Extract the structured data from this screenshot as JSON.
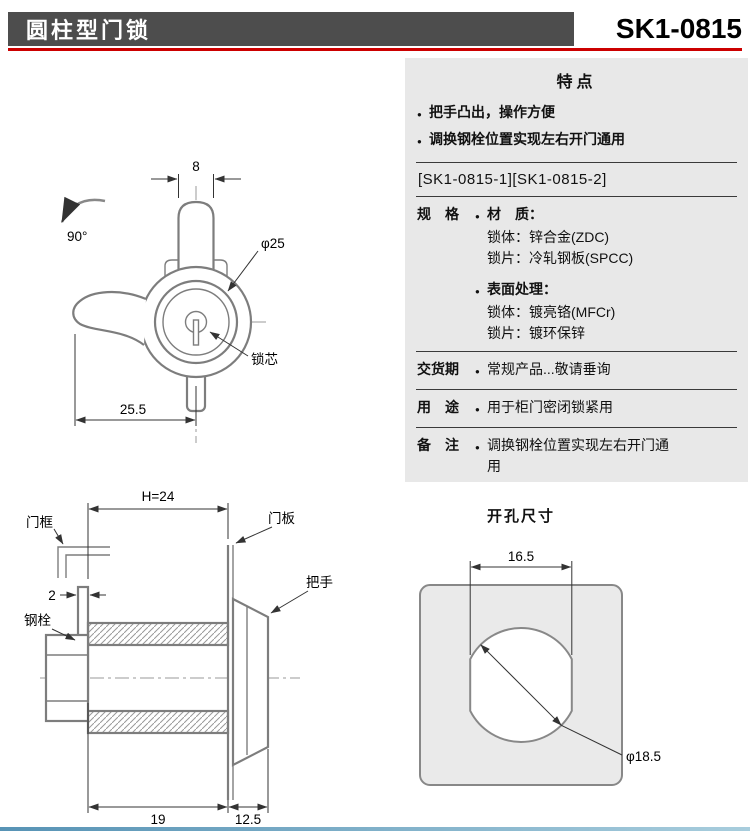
{
  "header": {
    "title": "圆柱型门锁",
    "model": "SK1-0815"
  },
  "colors": {
    "header_bar": "#4d4d4d",
    "accent_rule": "#cc0000",
    "panel_bg": "#e8e8e8",
    "drawing_line": "#7d7d7d",
    "bottom_rule": "#5793b5"
  },
  "panel": {
    "features_title": "特点",
    "features": [
      "把手凸出，操作方便",
      "调换钢栓位置实现左右开门通用"
    ],
    "variants": "[SK1-0815-1][SK1-0815-2]",
    "rows": {
      "spec_label": "规　格",
      "material_label": "材　质：",
      "material_lines": [
        "锁体：锌合金(ZDC)",
        "锁片：冷轧钢板(SPCC)"
      ],
      "surface_label": "表面处理：",
      "surface_lines": [
        "锁体：镀亮铬(MFCr)",
        "锁片：镀环保锌"
      ],
      "delivery_label": "交货期",
      "delivery_value": "常规产品...敬请垂询",
      "usage_label": "用　途",
      "usage_value": "用于柜门密闭锁紧用",
      "remark_label": "备　注",
      "remark_value": "调换钢栓位置实现左右开门通用"
    }
  },
  "front_view": {
    "dim_width": "8",
    "angle": "90°",
    "dim_diameter": "φ25",
    "core_label": "锁芯",
    "dim_length": "25.5"
  },
  "side_view": {
    "dim_height": "H=24",
    "frame_label": "门框",
    "panel_label": "门板",
    "handle_label": "把手",
    "bolt_label": "钢栓",
    "dim_thickness": "2",
    "dim_body": "19",
    "dim_handle": "12.5"
  },
  "cutout": {
    "title": "开孔尺寸",
    "dim_flat": "16.5",
    "dim_diameter": "φ18.5"
  }
}
